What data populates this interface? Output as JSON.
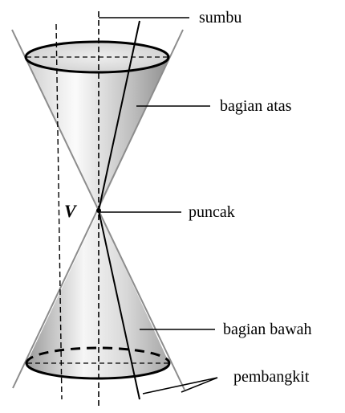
{
  "diagram": {
    "vertex_label": "V",
    "labels": {
      "axis": "sumbu",
      "upper_nappe": "bagian atas",
      "vertex": "puncak",
      "lower_nappe": "bagian bawah",
      "generator": "pembangkit"
    },
    "colors": {
      "cone_light": "#fafafa",
      "cone_dark": "#9a9a9a",
      "ellipse_fill": "#dcdcdc",
      "outline": "#000000",
      "side_line": "#8c8c8c"
    }
  }
}
